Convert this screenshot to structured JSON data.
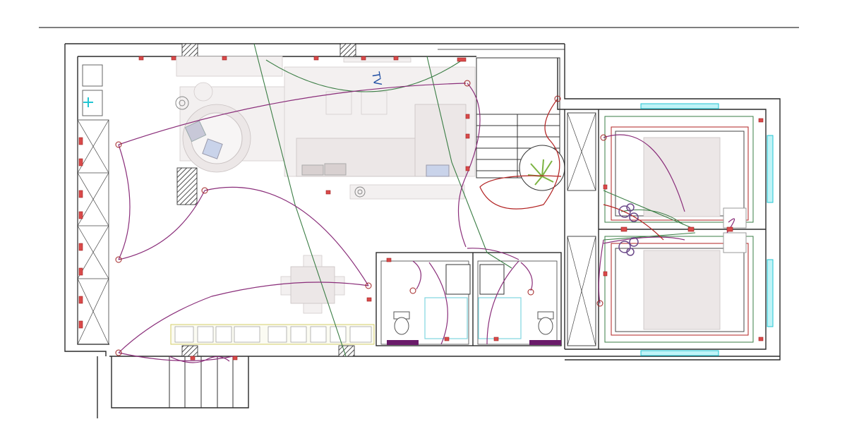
{
  "diagram": {
    "tv_label": "TV"
  },
  "colors": {
    "walls": "#2b2b2b",
    "circuits": "#8a2e7a",
    "circuit_red": "#b22222",
    "green_lines": "#3a7d44",
    "windows": "#22c6d3",
    "sockets": "#d94a4a",
    "furniture": "#ece7e7"
  },
  "icons": [
    "socket-symbol",
    "ceiling-lamp-symbol",
    "toilet-symbol",
    "plant-icon",
    "stair-symbol",
    "hatched-column"
  ]
}
